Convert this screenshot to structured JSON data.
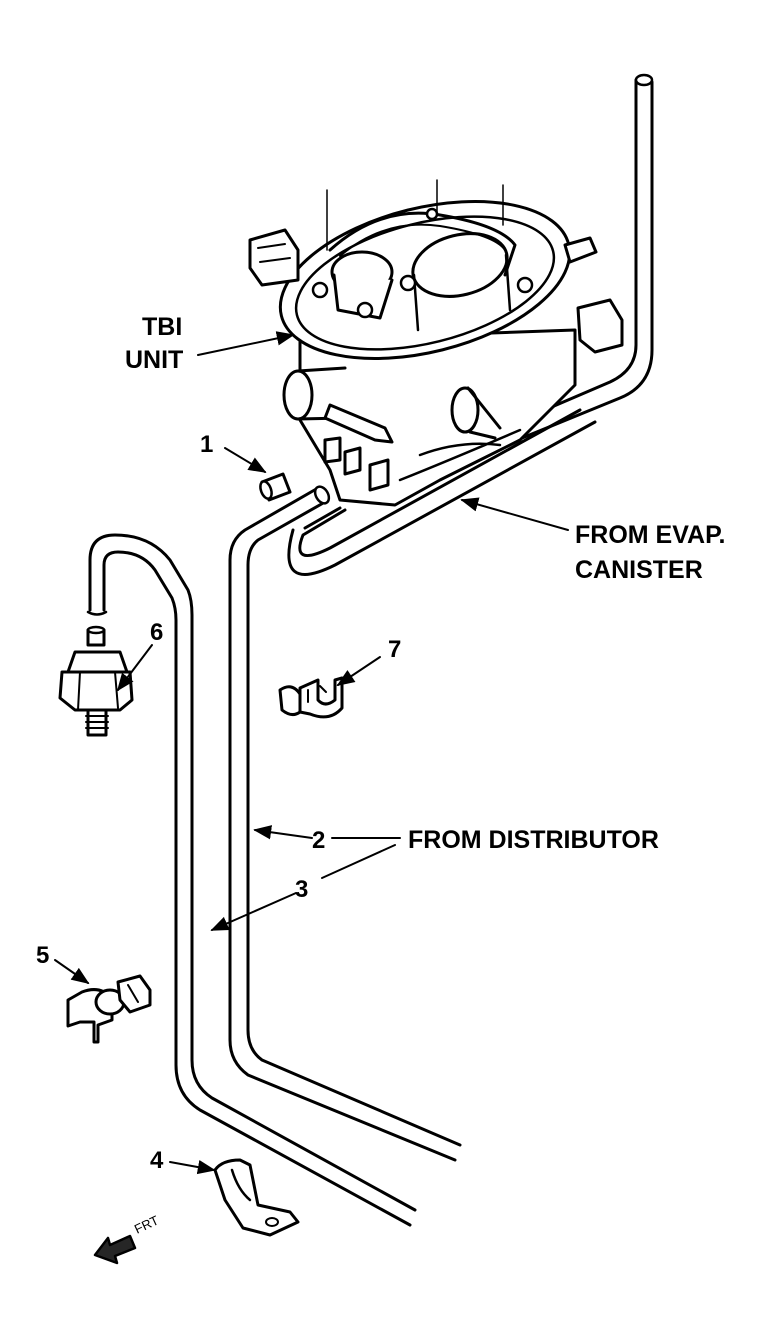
{
  "labels": {
    "tbi_line1": "TBI",
    "tbi_line2": "UNIT",
    "evap_line1": "FROM EVAP.",
    "evap_line2": "CANISTER",
    "distributor": "FROM DISTRIBUTOR",
    "frt": "FRT"
  },
  "callouts": [
    "1",
    "2",
    "3",
    "4",
    "5",
    "6",
    "7"
  ],
  "colors": {
    "ink": "#000000",
    "paper": "#ffffff"
  }
}
